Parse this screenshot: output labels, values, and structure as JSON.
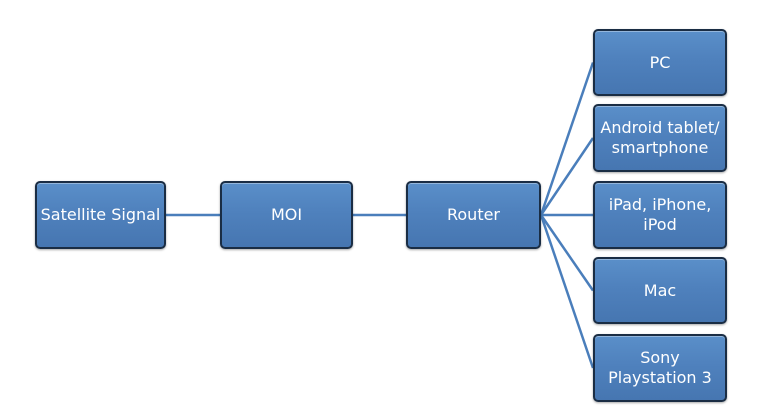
{
  "diagram": {
    "nodes": {
      "satellite": "Satellite Signal",
      "moi": "MOI",
      "router": "Router",
      "pc": "PC",
      "android": "Android tablet/\nsmartphone",
      "ipad": "iPad, iPhone,\niPod",
      "mac": "Mac",
      "sony": "Sony\nPlaystation 3"
    },
    "edges": [
      [
        "satellite",
        "moi"
      ],
      [
        "moi",
        "router"
      ],
      [
        "router",
        "pc"
      ],
      [
        "router",
        "android"
      ],
      [
        "router",
        "ipad"
      ],
      [
        "router",
        "mac"
      ],
      [
        "router",
        "sony"
      ]
    ],
    "colors": {
      "node_fill": "#4f81bd",
      "node_border": "#1a2d44",
      "node_text": "#ffffff",
      "connector": "#4a7ebb"
    }
  }
}
